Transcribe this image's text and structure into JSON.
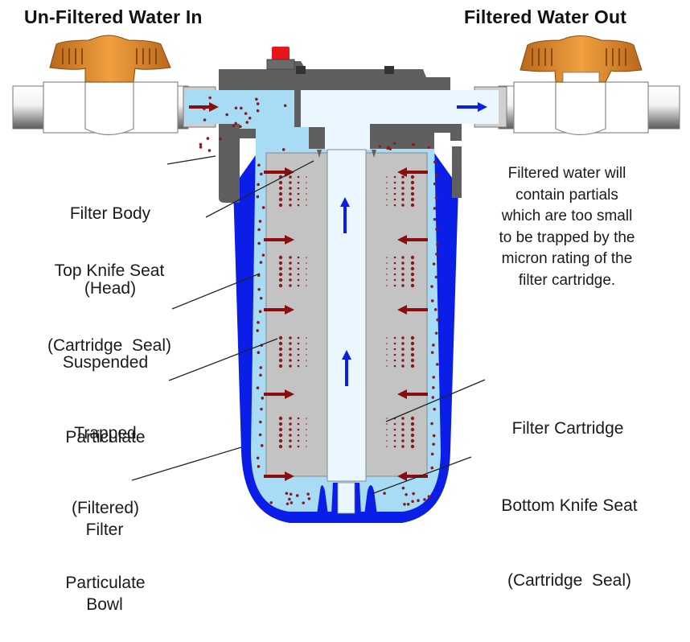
{
  "titles": {
    "inlet": "Un-Filtered Water In",
    "outlet": "Filtered Water Out"
  },
  "labels": {
    "filter_body": [
      "Filter Body",
      "(Head)"
    ],
    "top_knife_seat": [
      "Top Knife Seat",
      "(Cartridge  Seal)"
    ],
    "suspended_particulate": [
      "Suspended",
      "Particulate"
    ],
    "trapped_particulate": [
      "Trapped",
      "(Filtered)",
      "Particulate"
    ],
    "filter_bowl": [
      "Filter",
      "Bowl"
    ],
    "filter_cartridge": [
      "Filter Cartridge"
    ],
    "bottom_knife_seat": [
      "Bottom Knife Seat",
      "(Cartridge  Seal)"
    ]
  },
  "note": [
    "Filtered water will",
    "contain partials",
    "which are too small",
    "to be trapped by the",
    "micron rating of the",
    "filter cartridge."
  ],
  "flow": {
    "unfiltered_arrow": "right",
    "filtered_outlet_arrow": "right",
    "center_tube_arrows": "up",
    "cartridge_arrows": "inward"
  },
  "colors": {
    "bowl_blue": "#0a1ee8",
    "water_light_blue": "#a8dcf5",
    "clean_water": "#eaf7ff",
    "head_gray": "#5f5f5f",
    "cartridge_gray": "#c3c3c3",
    "valve_orange": "#d9851e",
    "particle_red": "#8b1a1a",
    "flow_arrow_red": "#8b0d0d",
    "flow_arrow_blue": "#0a1ee8",
    "relief_button_red": "#e8141a"
  }
}
